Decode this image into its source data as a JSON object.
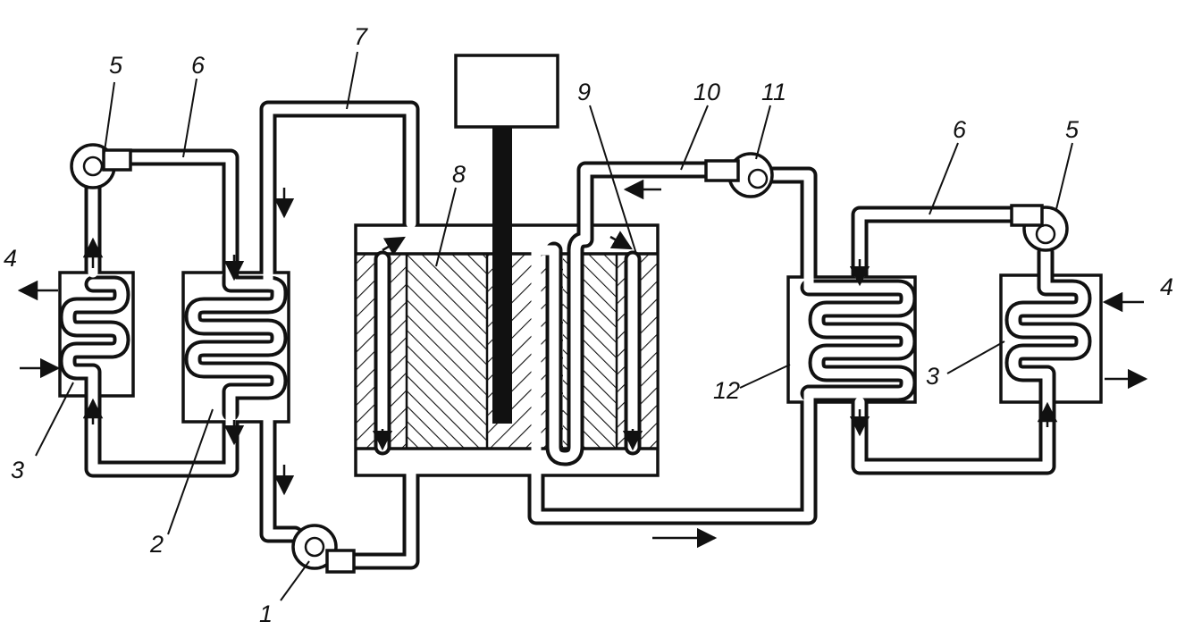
{
  "labels": {
    "pump_primary": "1",
    "hx_intermediate_left": "2",
    "steam_gen_left": "3",
    "steam_gen_left_in_out": "4",
    "pump_sec_left": "5",
    "pipe_sec_left": "6",
    "pipe_primary": "7",
    "reactor_core": "8",
    "reactor_loop": "9",
    "pipe_outlet": "10",
    "pump_right": "11",
    "hx_right": "12",
    "pipe_sec_right": "6",
    "pump_sec_right": "5",
    "steam_gen_right": "3",
    "steam_gen_right_in_out": "4"
  }
}
